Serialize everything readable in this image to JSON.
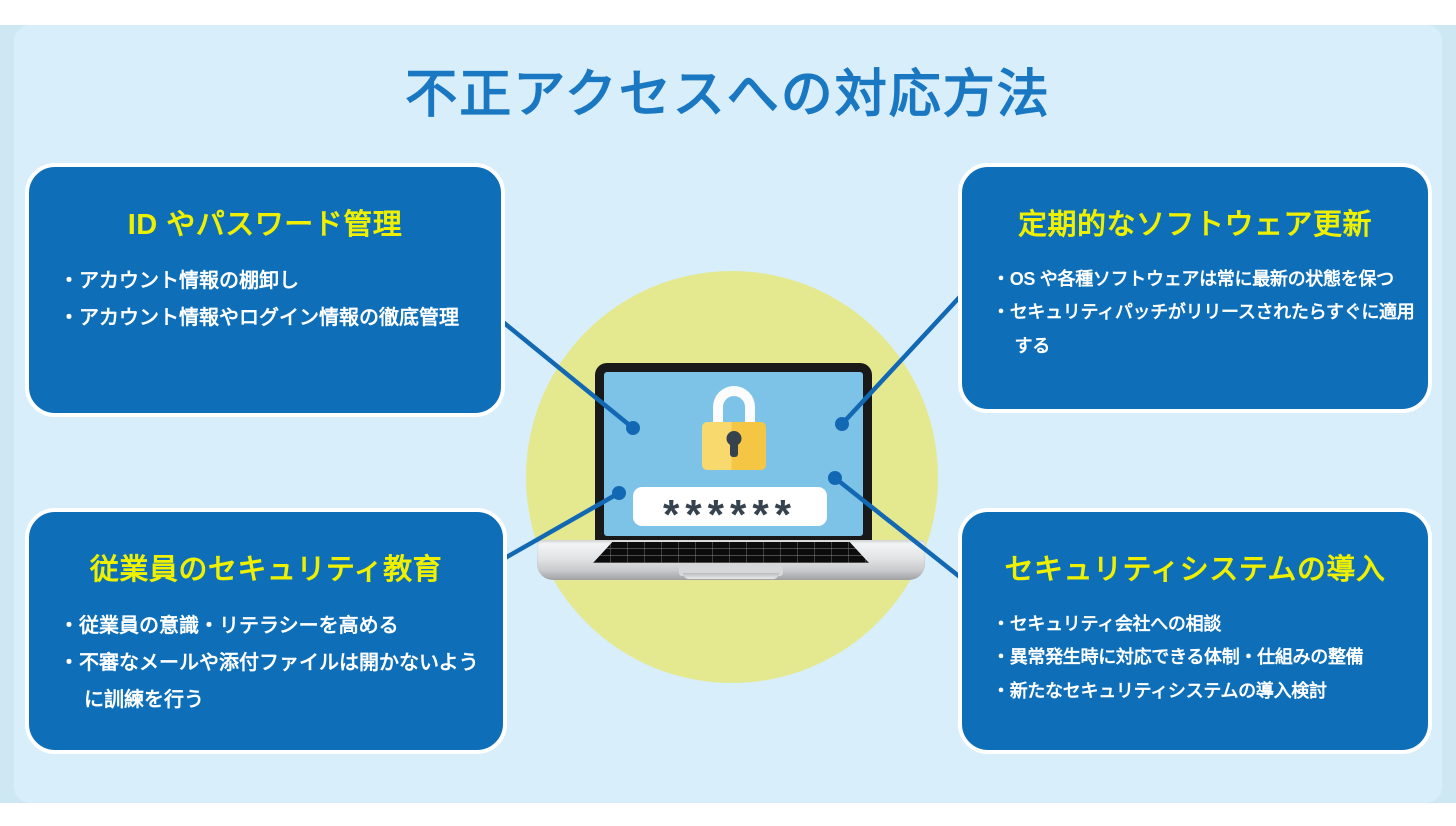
{
  "header": {
    "title": "不正アクセスへの対応方法"
  },
  "cards": [
    {
      "id": "id-password-management",
      "title": "ID やパスワード管理",
      "bullets": [
        "・アカウント情報の棚卸し",
        "・アカウント情報やログイン情報の徹底管理"
      ]
    },
    {
      "id": "regular-software-update",
      "title": "定期的なソフトウェア更新",
      "bullets": [
        "・OS や各種ソフトウェアは常に最新の状態を保つ",
        "・セキュリティパッチがリリースされたらすぐに適用する"
      ]
    },
    {
      "id": "employee-security-education",
      "title": "従業員のセキュリティ教育",
      "bullets": [
        "・従業員の意識・リテラシーを高める",
        "・不審なメールや添付ファイルは開かないように訓練を行う"
      ]
    },
    {
      "id": "security-system-introduction",
      "title": "セキュリティシステムの導入",
      "bullets": [
        "・セキュリティ会社への相談",
        "・異常発生時に対応できる体制・仕組みの整備",
        "・新たなセキュリティシステムの導入検討"
      ]
    }
  ],
  "illustration": {
    "name": "laptop-with-padlock-and-password",
    "password_mask": "******",
    "lock_icon": "padlock",
    "device": "laptop"
  },
  "colors": {
    "background_light_blue": "#d8eefa",
    "card_blue": "#0e6fb8",
    "heading_yellow": "#eef000",
    "title_blue": "#1a78c3",
    "circle_yellow_green": "#e4e98f",
    "connector_blue": "#1368b4",
    "screen_blue": "#7cc3e7",
    "lock_yellow": "#f5c643"
  }
}
